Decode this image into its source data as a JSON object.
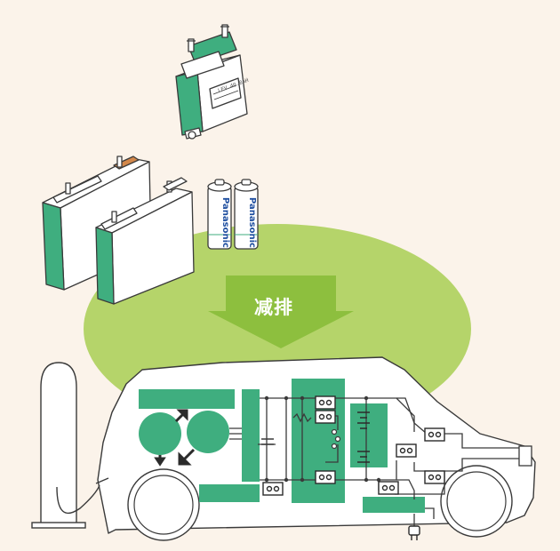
{
  "arrow": {
    "label": "减排"
  },
  "batteries": {
    "cylinder_brand": "Panasonic",
    "module_marking": "LEV 40.8AH"
  },
  "colors": {
    "background": "#fbf3ea",
    "ellipse_green": "#b5d46a",
    "arrow_green": "#8dbf3e",
    "circuit_green": "#3fae7f",
    "line_dark": "#3a3a3a",
    "brand_blue": "#1f4fa0"
  },
  "icons": [
    "battery-module-icon",
    "prismatic-cell-icon",
    "cylindrical-cell-icon",
    "charging-station-icon",
    "power-plug-icon",
    "relay-icon",
    "motor-icon"
  ]
}
